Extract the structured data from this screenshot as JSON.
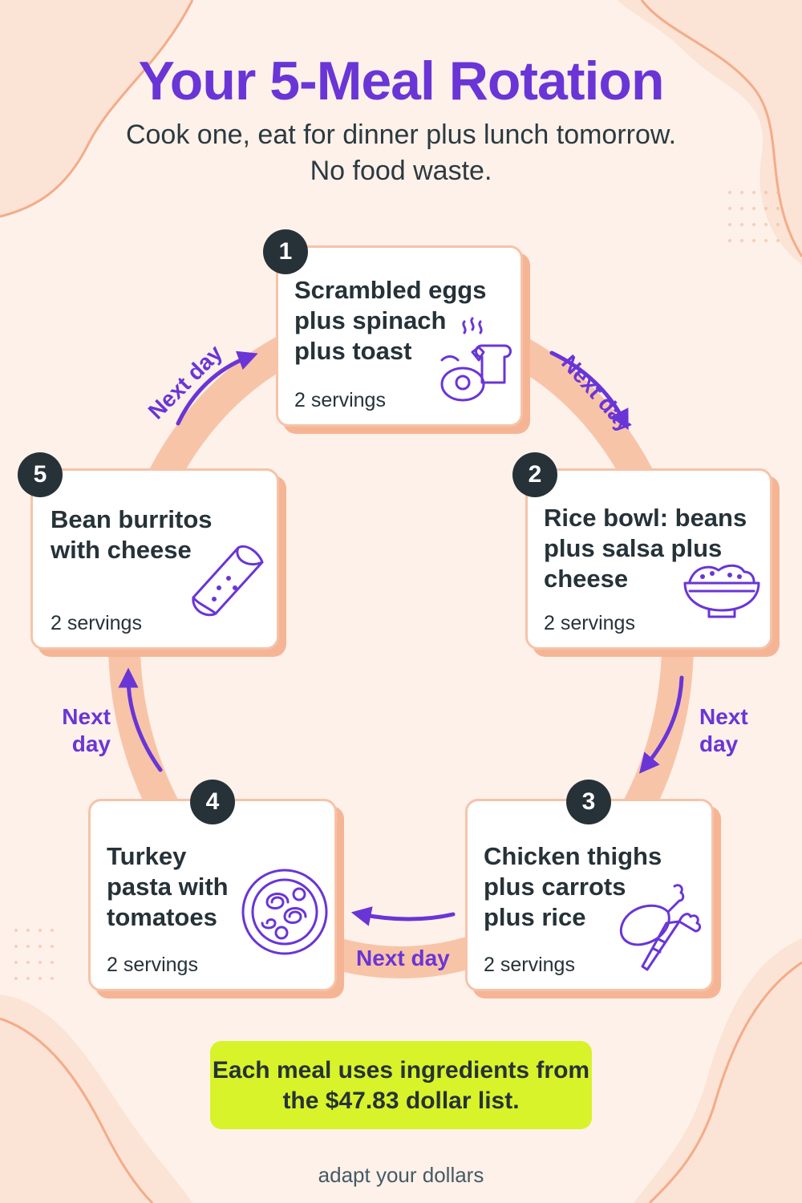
{
  "title": "Your 5-Meal Rotation",
  "subtitle": "Cook one, eat for dinner plus lunch tomorrow. No food waste.",
  "meals": [
    {
      "number": "1",
      "name": "Scrambled eggs plus spinach plus toast",
      "servings": "2 servings",
      "icon": "eggs-toast-icon"
    },
    {
      "number": "2",
      "name": "Rice bowl: beans plus salsa plus cheese",
      "servings": "2 servings",
      "icon": "rice-bowl-icon"
    },
    {
      "number": "3",
      "name": "Chicken thighs plus carrots plus rice",
      "servings": "2 servings",
      "icon": "chicken-carrot-icon"
    },
    {
      "number": "4",
      "name": "Turkey pasta with tomatoes",
      "servings": "2 servings",
      "icon": "pasta-plate-icon"
    },
    {
      "number": "5",
      "name": "Bean burritos with cheese",
      "servings": "2 servings",
      "icon": "burrito-icon"
    }
  ],
  "transitions": [
    "Next day",
    "Next day",
    "Next day",
    "Next day",
    "Next day"
  ],
  "callout": "Each meal uses ingredients from the $47.83 dollar list.",
  "brand": "adapt your dollars",
  "colors": {
    "title": "#6a35d6",
    "ring": "#f8c4a8",
    "card_shadow": "#f5b595",
    "badge": "#263238",
    "callout_bg": "#d8f32a",
    "background": "#fdf1ea"
  }
}
